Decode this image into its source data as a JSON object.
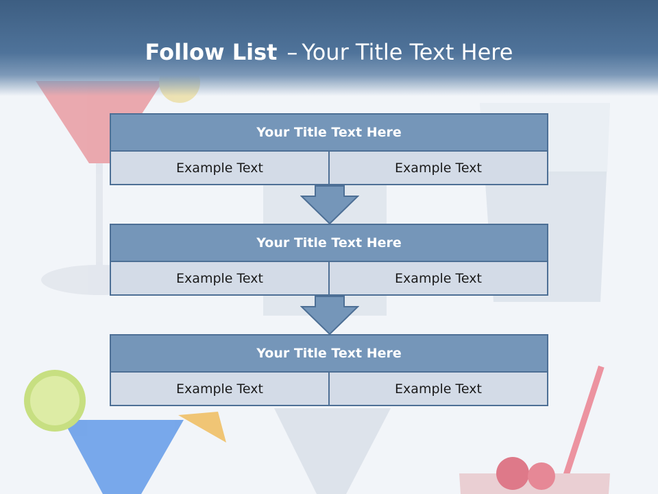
{
  "slide": {
    "title_bold": "Follow List",
    "title_dash": "–",
    "title_rest": "Your Title Text Here"
  },
  "steps": [
    {
      "title": "Your Title Text Here",
      "left": "Example Text",
      "right": "Example Text"
    },
    {
      "title": "Your Title Text Here",
      "left": "Example Text",
      "right": "Example Text"
    },
    {
      "title": "Your Title Text Here",
      "left": "Example Text",
      "right": "Example Text"
    }
  ],
  "colors": {
    "header": "#4f739a",
    "block_title": "#7596b9",
    "block_cell": "#d3dbe7",
    "border": "#4d6f95"
  }
}
